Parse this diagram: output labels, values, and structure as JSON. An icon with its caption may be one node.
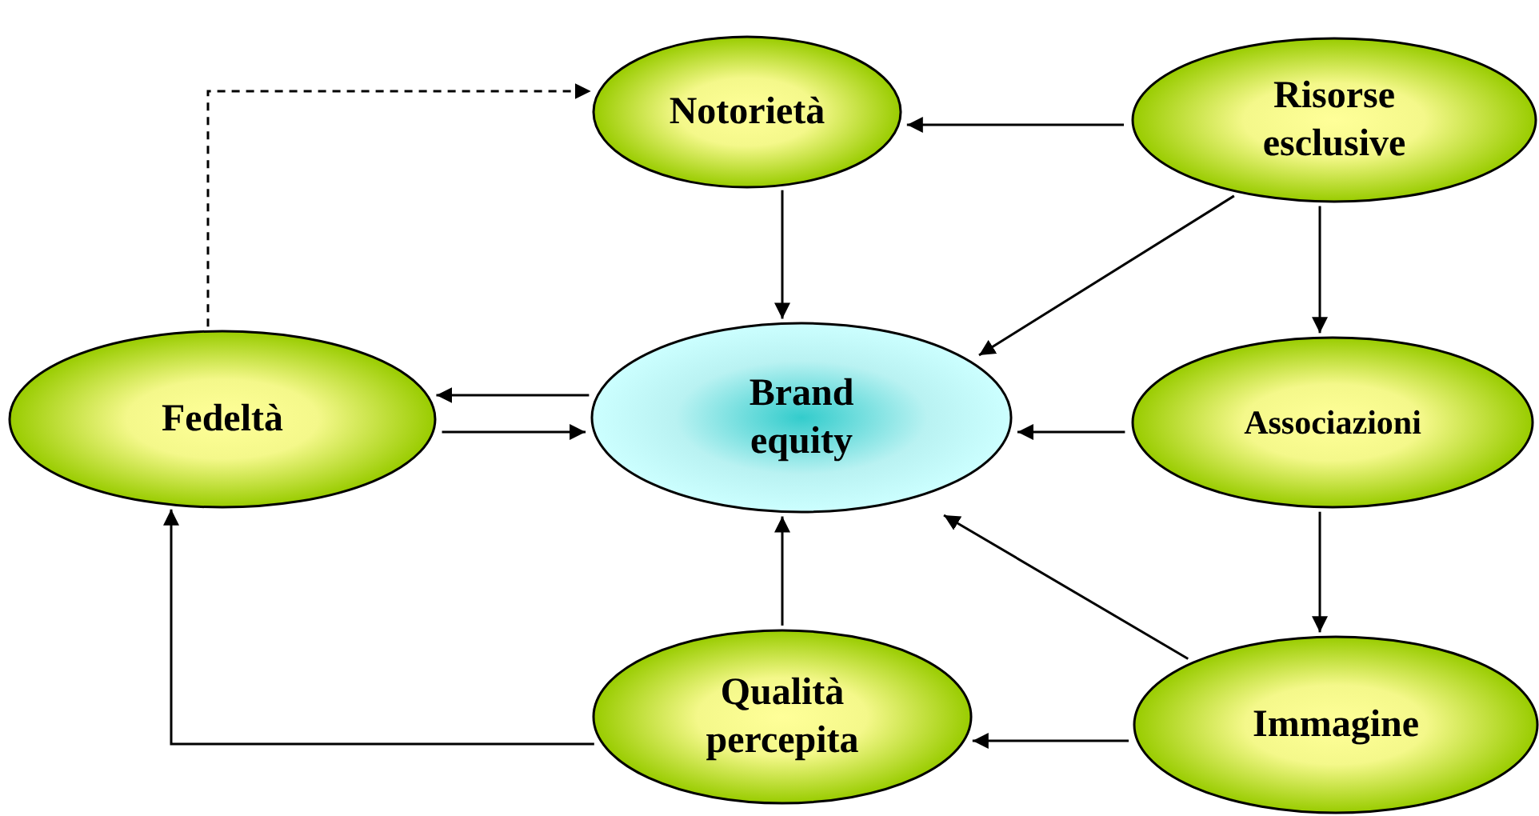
{
  "diagram": {
    "nodes": [
      {
        "text": [
          "Notorietà"
        ]
      },
      {
        "text": [
          "Risorse esclusive"
        ]
      },
      {
        "text": [
          "Fedeltà"
        ]
      },
      {
        "text": [
          "Brand equity"
        ]
      },
      {
        "text": [
          "Associazioni"
        ]
      },
      {
        "text": [
          "Qualità percepita"
        ]
      },
      {
        "text": [
          "Immagine"
        ]
      }
    ],
    "edges": [
      {
        "from": 2,
        "to": 0,
        "arrow": "to",
        "style": "dashed"
      },
      {
        "from": 1,
        "to": 0,
        "arrow": "to"
      },
      {
        "from": 0,
        "to": 3,
        "arrow": "to"
      },
      {
        "from": 1,
        "to": 3,
        "arrow": "to"
      },
      {
        "from": 1,
        "to": 4,
        "arrow": "to"
      },
      {
        "from": 3,
        "to": 2,
        "arrow": "to"
      },
      {
        "from": 2,
        "to": 3,
        "arrow": "to"
      },
      {
        "from": 4,
        "to": 3,
        "arrow": "to"
      },
      {
        "from": 4,
        "to": 6,
        "arrow": "to"
      },
      {
        "from": 6,
        "to": 3,
        "arrow": "to"
      },
      {
        "from": 5,
        "to": 3,
        "arrow": "to"
      },
      {
        "from": 6,
        "to": 5,
        "arrow": "to"
      },
      {
        "from": 5,
        "to": 2,
        "arrow": "to"
      }
    ]
  }
}
